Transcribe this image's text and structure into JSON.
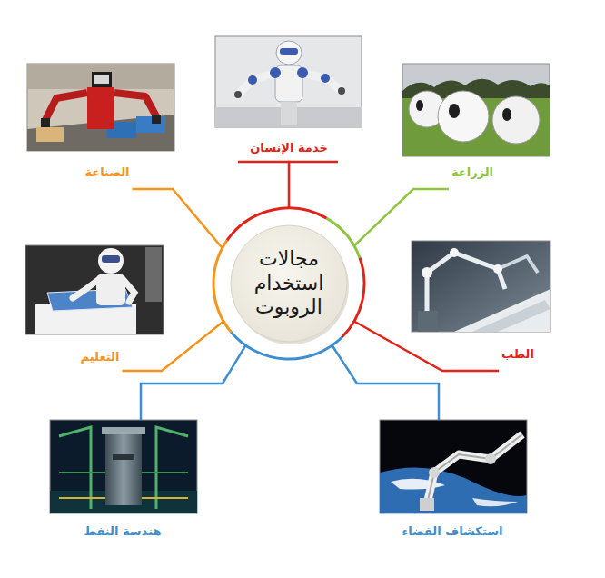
{
  "diagram": {
    "nodes": [
      {
        "text": [
          "مجالات استخدام الروبوت"
        ]
      },
      {
        "text": [
          "الصناعة"
        ]
      },
      {
        "text": [
          "خدمة الإنسان"
        ]
      },
      {
        "text": [
          "الزراعة"
        ]
      },
      {
        "text": [
          "التعليم"
        ]
      },
      {
        "text": [
          "الطب"
        ]
      },
      {
        "text": [
          "هندسة النفط"
        ]
      },
      {
        "text": [
          "استكشاف الفضاء"
        ]
      }
    ],
    "edges": [
      {
        "from": 0,
        "to": 1,
        "arrow": "none"
      },
      {
        "from": 0,
        "to": 2,
        "arrow": "none"
      },
      {
        "from": 0,
        "to": 3,
        "arrow": "none"
      },
      {
        "from": 0,
        "to": 4,
        "arrow": "none"
      },
      {
        "from": 0,
        "to": 5,
        "arrow": "none"
      },
      {
        "from": 0,
        "to": 6,
        "arrow": "none"
      },
      {
        "from": 0,
        "to": 7,
        "arrow": "none"
      }
    ]
  }
}
